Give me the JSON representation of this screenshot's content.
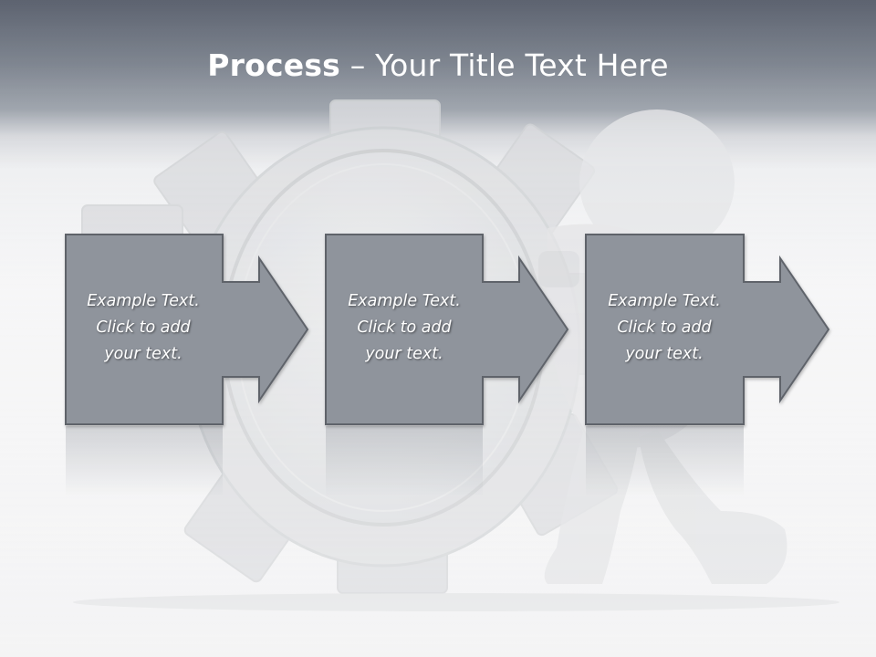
{
  "slide": {
    "title_bold": "Process",
    "title_rest": " – Your Title Text Here",
    "steps": [
      {
        "text": "Example Text.\nClick  to add\nyour text."
      },
      {
        "text": "Example Text.\nClick  to add\nyour text."
      },
      {
        "text": "Example Text.\nClick  to add\nyour text."
      }
    ]
  },
  "colors": {
    "header_top": "#5d6370",
    "box_fill": "#8f949c",
    "box_border": "#5e636b",
    "text": "#ffffff"
  },
  "background_art": {
    "gear_icon": "gear-icon",
    "figure_icon": "figure-pushing-icon"
  }
}
